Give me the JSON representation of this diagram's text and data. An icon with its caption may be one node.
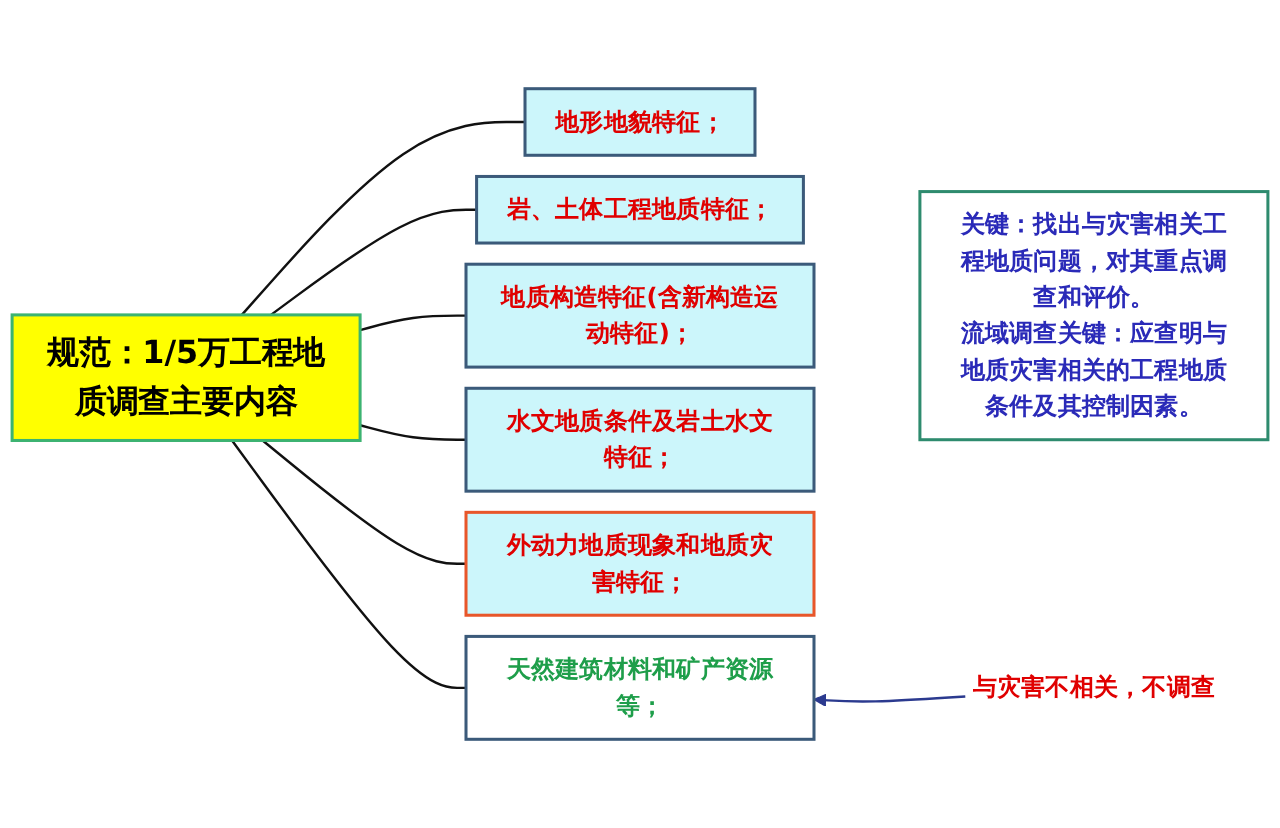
{
  "diagram": {
    "nodes": [
      {
        "text": [
          "规范：1/5万工程地质调查主要内容"
        ]
      },
      {
        "text": [
          "地形地貌特征；"
        ]
      },
      {
        "text": [
          "岩、土体工程地质特征；"
        ]
      },
      {
        "text": [
          "地质构造特征(含新构造运动特征)；"
        ]
      },
      {
        "text": [
          "水文地质条件及岩土水文特征；"
        ]
      },
      {
        "text": [
          "外动力地质现象和地质灾害特征；"
        ]
      },
      {
        "text": [
          "天然建筑材料和矿产资源等；"
        ]
      },
      {
        "text": [
          "关键：找出与灾害相关工程地质问题，对其重点调查和评价。",
          "流域调查关键：应查明与地质灾害相关的工程地质条件及其控制因素。"
        ]
      },
      {
        "text": [
          "与灾害不相关，不调查"
        ]
      }
    ],
    "edges": [
      {
        "from": 0,
        "to": 1,
        "arrow": "none"
      },
      {
        "from": 0,
        "to": 2,
        "arrow": "none"
      },
      {
        "from": 0,
        "to": 3,
        "arrow": "none"
      },
      {
        "from": 0,
        "to": 4,
        "arrow": "none"
      },
      {
        "from": 0,
        "to": 5,
        "arrow": "none"
      },
      {
        "from": 0,
        "to": 6,
        "arrow": "none"
      },
      {
        "from": 8,
        "to": 6,
        "arrow": "to",
        "color": "#2b3a8f"
      }
    ]
  }
}
